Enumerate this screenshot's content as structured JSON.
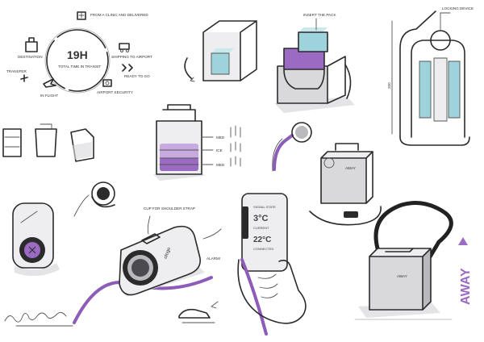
{
  "colors": {
    "accent_purple": "#9b6bc4",
    "accent_teal": "#9ed3dc",
    "body_grey": "#d9d9dc",
    "ink": "#2b2b2b"
  },
  "journey": {
    "center_time": "19H",
    "center_caption": "TOTAL TIME IN TRANSIT",
    "steps": [
      "FROM A CLINIC AND DELIVERED",
      "SHIPPING TO AIRPORT",
      "READY TO GO",
      "AIRPORT SECURITY",
      "IN FLIGHT",
      "TRANSFER",
      "DESTINATION"
    ]
  },
  "holder_sketch": {
    "label": "INSERT THE PACK"
  },
  "locking_sketch": {
    "label": "LOCKING DEVICE",
    "dimension": "200"
  },
  "chambers_sketch": {
    "labels": [
      "MED",
      "ICE",
      "MED"
    ]
  },
  "strap_note": "CUP FOR SHOULDER STRAP",
  "alarm_note": "ALARM!",
  "device_label": "ologo",
  "phone": {
    "line1": "SIGNAL STATE",
    "temp_big": "3°C",
    "line2": "CURRENT",
    "temp_small": "22°C",
    "line3": "CONNECTED"
  },
  "brand": "AWAY",
  "bag_label": "AWAY"
}
